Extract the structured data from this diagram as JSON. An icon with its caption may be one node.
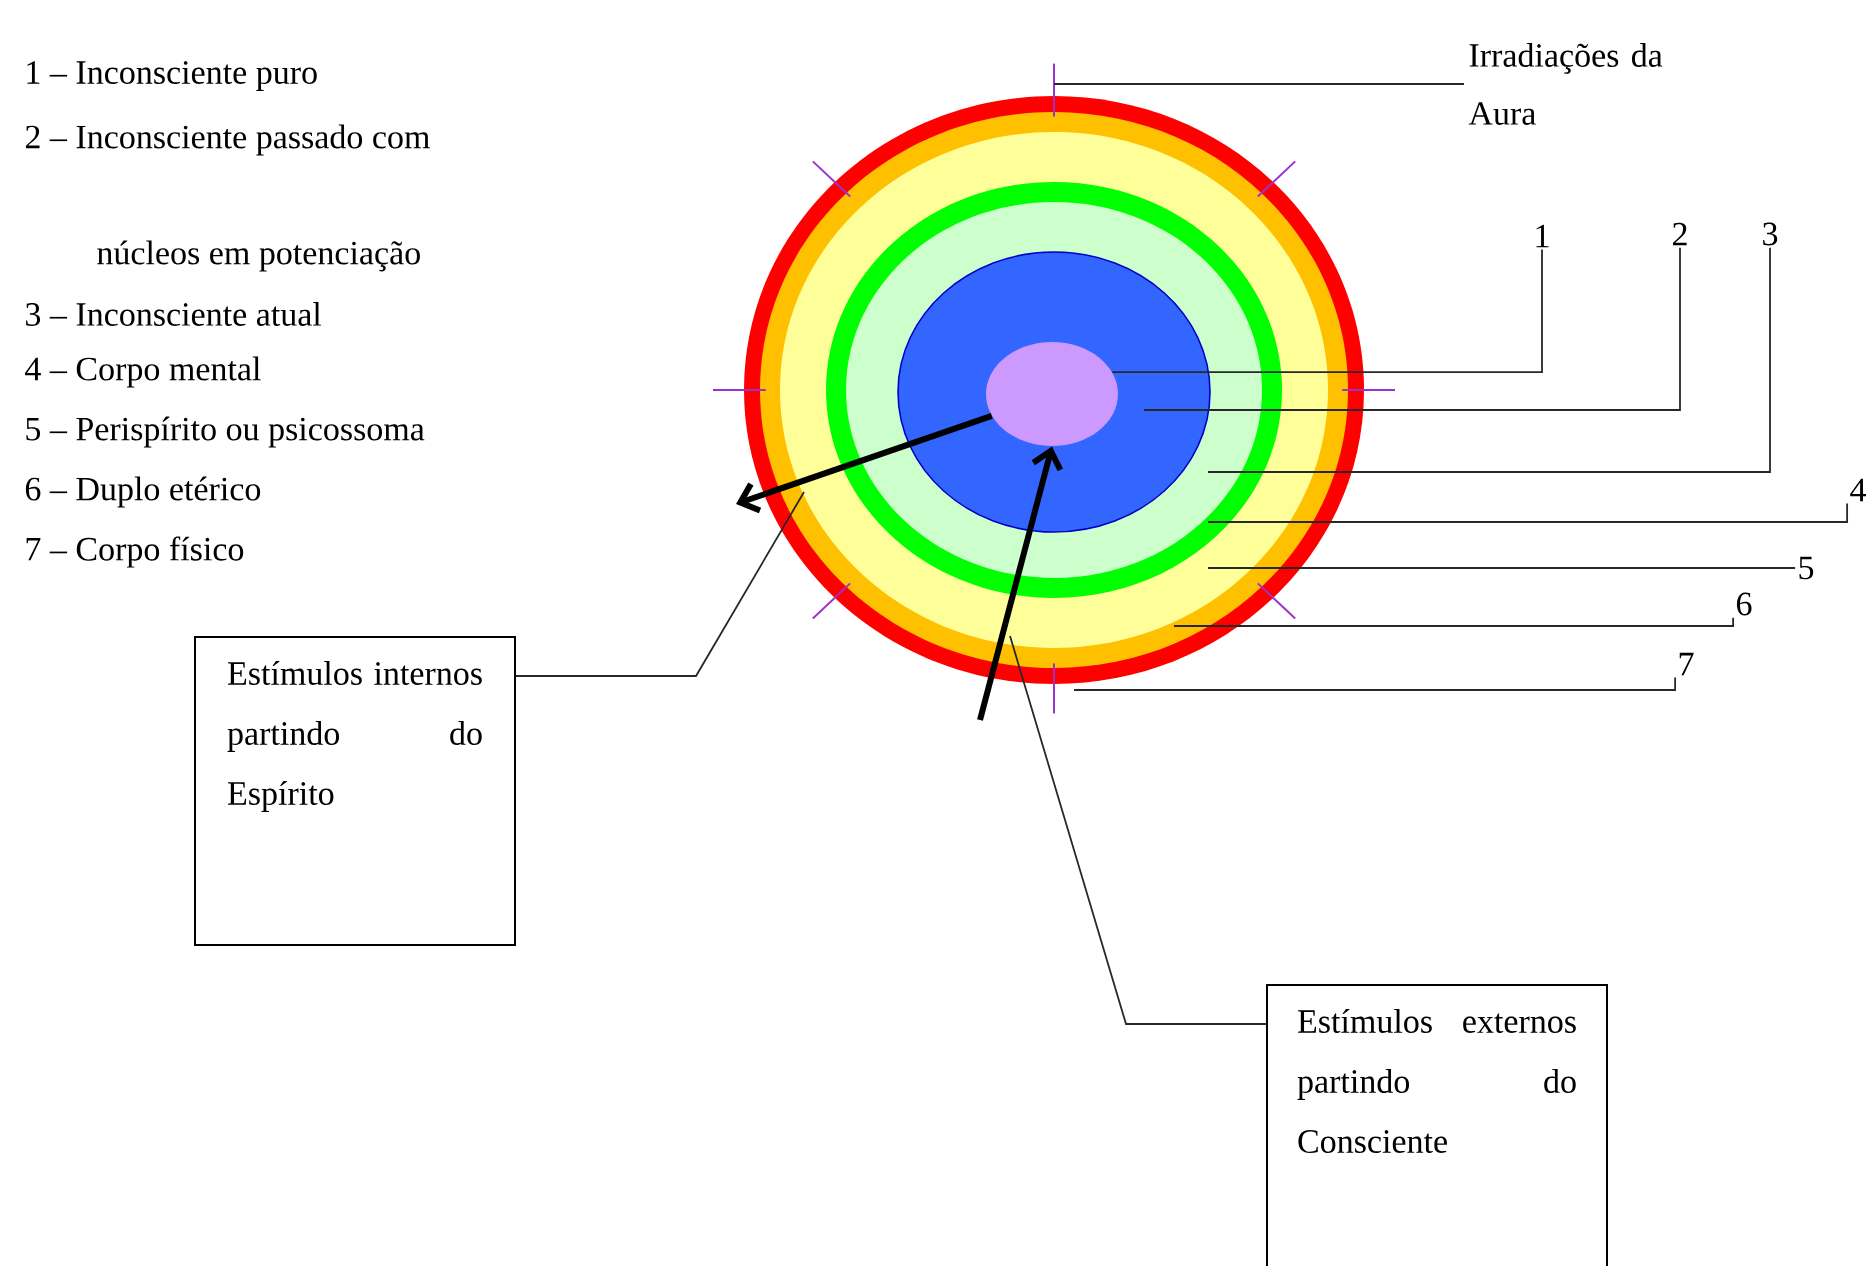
{
  "diagram": {
    "nodes": [
      {
        "text": [
          "1"
        ]
      },
      {
        "text": [
          "2"
        ]
      },
      {
        "text": [
          "3"
        ]
      },
      {
        "text": [
          "4"
        ]
      },
      {
        "text": [
          "5"
        ]
      },
      {
        "text": [
          "6"
        ]
      },
      {
        "text": [
          "7"
        ]
      },
      {
        "text": [
          "Irradiações da Aura"
        ]
      },
      {
        "text": [
          "Estímulos internos partindo do Espírito"
        ]
      },
      {
        "text": [
          "Estímulos externos partindo do Consciente"
        ]
      },
      {
        "text": [],
        "shape": "circle"
      }
    ],
    "edges": [
      {
        "from": 0,
        "to": 10,
        "arrow": "none"
      },
      {
        "from": 1,
        "to": null,
        "arrow": "none"
      },
      {
        "from": 2,
        "to": null,
        "arrow": "none"
      },
      {
        "from": 3,
        "to": null,
        "arrow": "none"
      },
      {
        "from": 4,
        "to": null,
        "arrow": "none"
      },
      {
        "from": 5,
        "to": null,
        "arrow": "none"
      },
      {
        "from": 6,
        "to": null,
        "arrow": "none"
      },
      {
        "from": 7,
        "to": null,
        "arrow": "none"
      },
      {
        "from": 8,
        "to": null,
        "arrow": "none"
      },
      {
        "from": 9,
        "to": null,
        "arrow": "none"
      },
      {
        "from": 10,
        "to": null,
        "arrow": "to",
        "style": "thick"
      },
      {
        "from": null,
        "to": 10,
        "arrow": "to",
        "style": "thick"
      }
    ],
    "labels": [
      "1 – Inconsciente puro",
      "2 – Inconsciente passado com",
      "núcleos em potenciação",
      "3 – Inconsciente atual",
      "4 – Corpo mental",
      "5 – Perispírito ou psicossoma",
      "6 – Duplo etérico",
      "7 – Corpo físico"
    ]
  }
}
